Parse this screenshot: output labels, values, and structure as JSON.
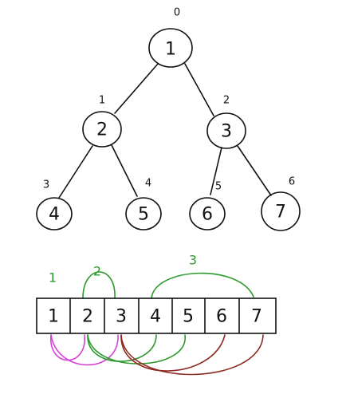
{
  "tree": {
    "nodes": [
      {
        "value": "1",
        "index": "0"
      },
      {
        "value": "2",
        "index": "1"
      },
      {
        "value": "3",
        "index": "2"
      },
      {
        "value": "4",
        "index": "3"
      },
      {
        "value": "5",
        "index": "4"
      },
      {
        "value": "6",
        "index": "5"
      },
      {
        "value": "7",
        "index": "6"
      }
    ]
  },
  "array": {
    "cells": [
      "1",
      "2",
      "3",
      "4",
      "5",
      "6",
      "7"
    ]
  },
  "levels": [
    {
      "label": "1",
      "color": "#2e9a2e"
    },
    {
      "label": "2",
      "color": "#2e9a2e"
    },
    {
      "label": "3",
      "color": "#2e9a2e"
    }
  ],
  "colors": {
    "ink": "#111111",
    "green": "#2e9a2e",
    "magenta": "#d640d6",
    "brown": "#8b2a1f"
  }
}
